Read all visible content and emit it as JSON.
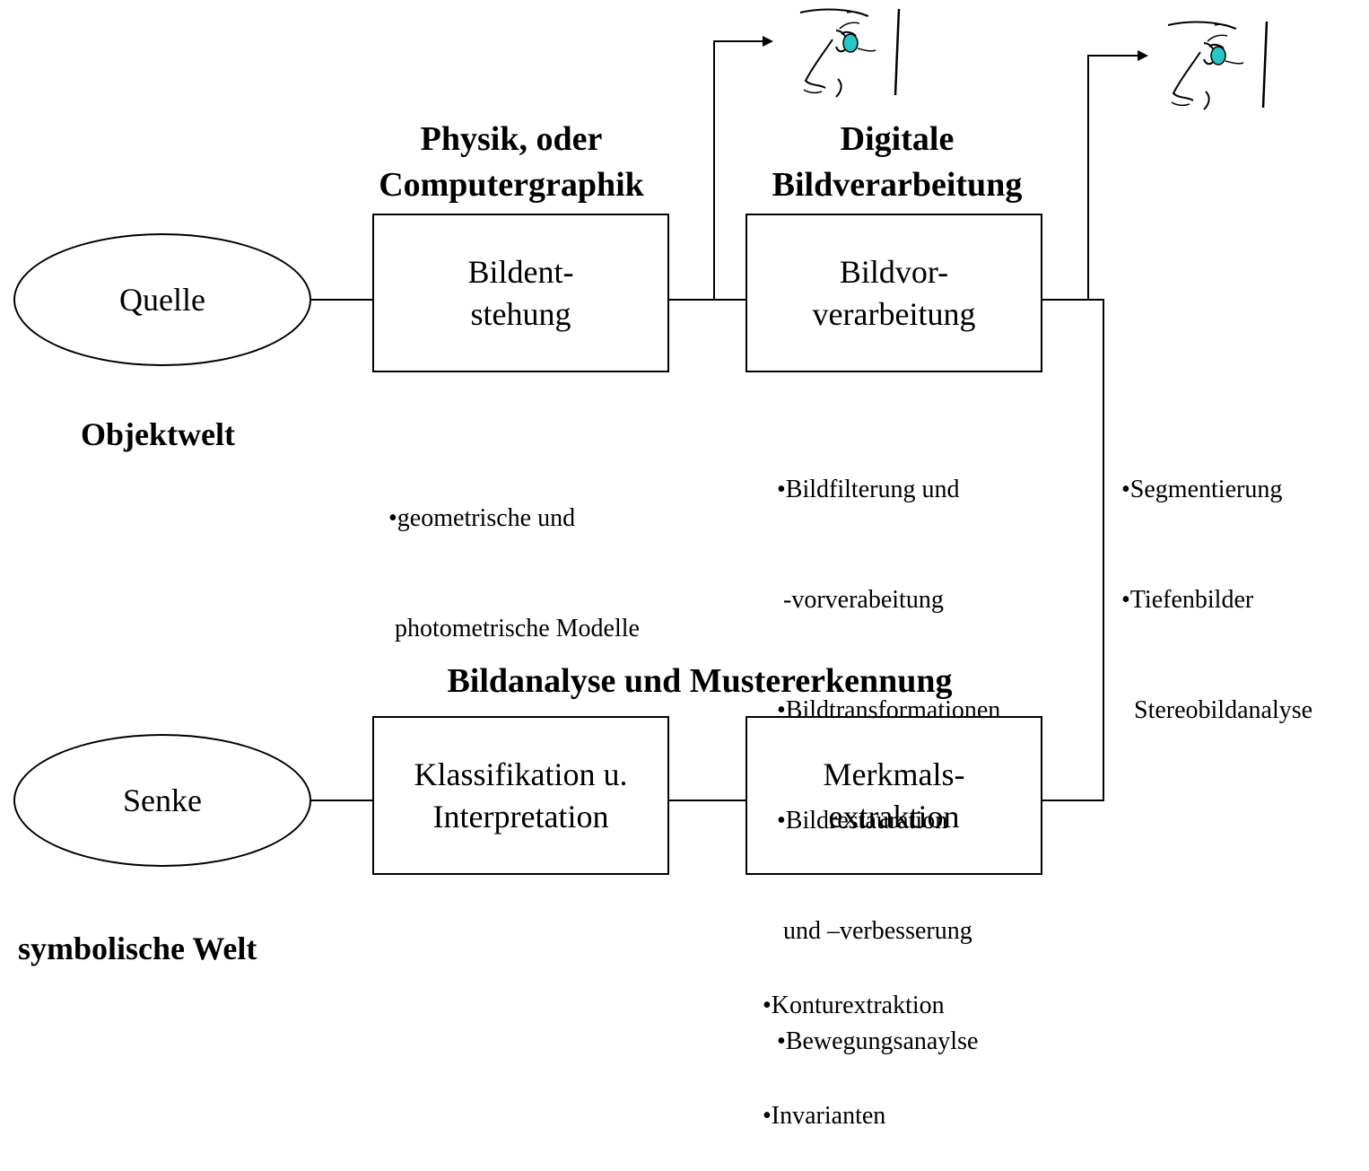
{
  "nodes": {
    "quelle": "Quelle",
    "senke": "Senke",
    "bildentstehung": [
      "Bildent-",
      "stehung"
    ],
    "bildvorverarbeitung": [
      "Bildvor-",
      "verarbeitung"
    ],
    "klassifikation": [
      "Klassifikation u.",
      "Interpretation"
    ],
    "merkmalsextraktion": [
      "Merkmals-",
      "extraktion"
    ]
  },
  "headings": {
    "physik": [
      "Physik, oder",
      "Computergraphik"
    ],
    "digitale": [
      "Digitale",
      "Bildverarbeitung"
    ],
    "bildanalyse": "Bildanalyse und Mustererkennung"
  },
  "labels": {
    "objektwelt": "Objektwelt",
    "symbolische_welt": "symbolische Welt"
  },
  "bullets": {
    "bildentstehung": [
      "•geometrische und",
      " photometrische Modelle"
    ],
    "bildverarbeitung": [
      "•Bildfilterung und",
      " -vorverabeitung",
      "•Bildtransformationen",
      "•Bildrestauration",
      " und –verbesserung",
      "•Bewegungsanaylse"
    ],
    "segmentierung": [
      "•Segmentierung",
      "•Tiefenbilder",
      "  Stereobildanalyse"
    ],
    "merkmale": [
      "•Konturextraktion",
      "•Invarianten"
    ]
  },
  "colors": {
    "eye_iris": "#29c6c6",
    "stroke": "#000000"
  },
  "icons": [
    "eye-face-icon",
    "arrow-icon"
  ]
}
